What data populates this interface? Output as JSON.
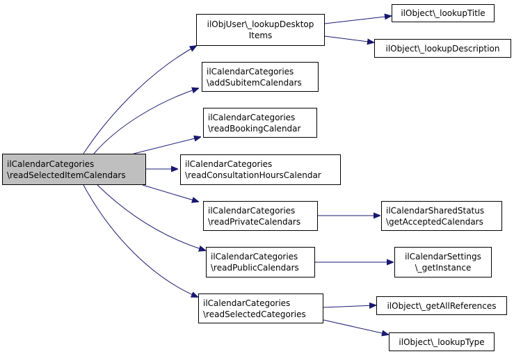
{
  "colors": {
    "edge": "#191970",
    "root_fill": "#bfbfbf",
    "node_fill": "#ffffff",
    "border": "#000000"
  },
  "nodes": {
    "root": {
      "line1": "ilCalendarCategories",
      "line2": "\\readSelectedItemCalendars"
    },
    "lookup_desktop_items": {
      "line1": "ilObjUser\\_lookupDesktop",
      "line2": "Items"
    },
    "lookup_title": {
      "line1": "ilObject\\_lookupTitle"
    },
    "lookup_description": {
      "line1": "ilObject\\_lookupDescription"
    },
    "add_subitem_calendars": {
      "line1": "ilCalendarCategories",
      "line2": "\\addSubitemCalendars"
    },
    "read_booking_calendar": {
      "line1": "ilCalendarCategories",
      "line2": "\\readBookingCalendar"
    },
    "read_consultation_hours_calendar": {
      "line1": "ilCalendarCategories",
      "line2": "\\readConsultationHoursCalendar"
    },
    "read_private_calendars": {
      "line1": "ilCalendarCategories",
      "line2": "\\readPrivateCalendars"
    },
    "get_accepted_calendars": {
      "line1": "ilCalendarSharedStatus",
      "line2": "\\getAcceptedCalendars"
    },
    "read_public_calendars": {
      "line1": "ilCalendarCategories",
      "line2": "\\readPublicCalendars"
    },
    "get_instance": {
      "line1": "ilCalendarSettings",
      "line2": "\\_getInstance"
    },
    "read_selected_categories": {
      "line1": "ilCalendarCategories",
      "line2": "\\readSelectedCategories"
    },
    "get_all_references": {
      "line1": "ilObject\\_getAllReferences"
    },
    "lookup_type": {
      "line1": "ilObject\\_lookupType"
    }
  }
}
